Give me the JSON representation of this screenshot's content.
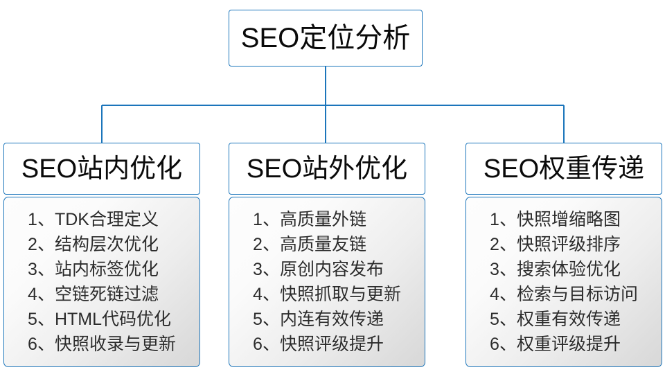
{
  "diagram": {
    "root": {
      "label": "SEO定位分析"
    },
    "connector_color": "#1b75bb",
    "border_color": "#1b75bb",
    "columns": [
      {
        "header": "SEO站内优化",
        "items": [
          "1、TDK合理定义",
          "2、结构层次优化",
          "3、站内标签优化",
          "4、空链死链过滤",
          "5、HTML代码优化",
          "6、快照收录与更新"
        ]
      },
      {
        "header": "SEO站外优化",
        "items": [
          "1、高质量外链",
          "2、高质量友链",
          "3、原创内容发布",
          "4、快照抓取与更新",
          "5、内连有效传递",
          "6、快照评级提升"
        ]
      },
      {
        "header": "SEO权重传递",
        "items": [
          "1、快照增缩略图",
          "2、快照评级排序",
          "3、搜索体验优化",
          "4、检索与目标访问",
          "5、权重有效传递",
          "6、权重评级提升"
        ]
      }
    ]
  }
}
